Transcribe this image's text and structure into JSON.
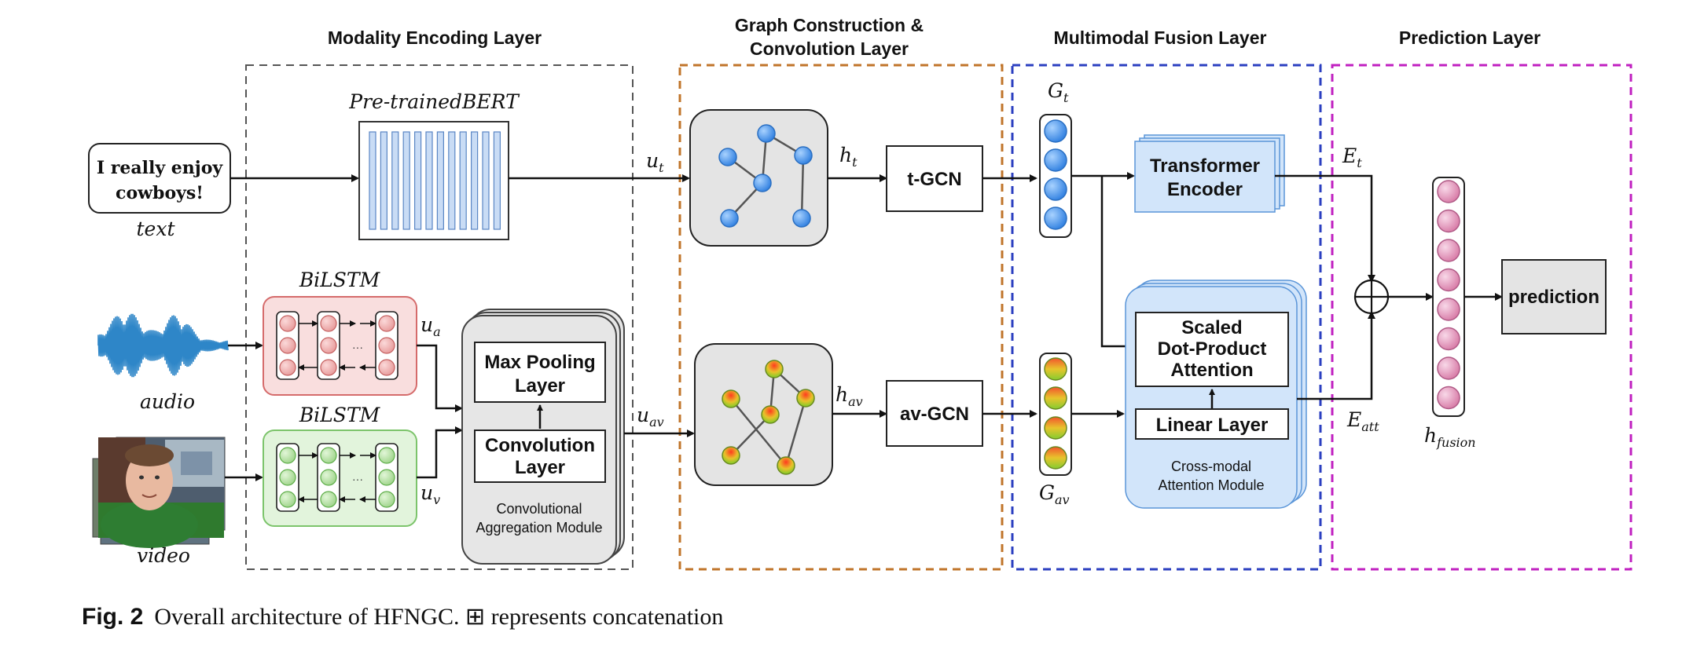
{
  "sections": {
    "modality": "Modality Encoding Layer",
    "graph_line1": "Graph Construction &",
    "graph_line2": "Convolution Layer",
    "fusion": "Multimodal Fusion Layer",
    "prediction": "Prediction Layer"
  },
  "inputs": {
    "text_line1": "I really enjoy",
    "text_line2": "cowboys!",
    "text_label": "text",
    "audio_label": "audio",
    "video_label": "video"
  },
  "encoders": {
    "bert_label": "Pre-trainedBERT",
    "bilstm_audio_label": "BiLSTM",
    "bilstm_video_label": "BiLSTM",
    "ellipsis": "···"
  },
  "cam": {
    "max_pool_line1": "Max Pooling",
    "max_pool_line2": "Layer",
    "conv_line1": "Convolution",
    "conv_line2": "Layer",
    "title_line1": "Convolutional",
    "title_line2": "Aggregation Module"
  },
  "variables": {
    "ut": "u",
    "ut_sub": "t",
    "ua": "u",
    "ua_sub": "a",
    "uv": "u",
    "uv_sub": "v",
    "uav": "u",
    "uav_sub": "av",
    "ht": "h",
    "ht_sub": "t",
    "hav": "h",
    "hav_sub": "av",
    "Gt": "G",
    "Gt_sub": "t",
    "Gav": "G",
    "Gav_sub": "av",
    "Et": "E",
    "Et_sub": "t",
    "Eatt": "E",
    "Eatt_sub": "att",
    "hfusion": "h",
    "hfusion_sub": "fusion"
  },
  "gcn": {
    "t_gcn": "t-GCN",
    "av_gcn": "av-GCN"
  },
  "fusion": {
    "transformer_line1": "Transformer",
    "transformer_line2": "Encoder",
    "scaled_line1": "Scaled",
    "scaled_line2": "Dot-Product",
    "scaled_line3": "Attention",
    "linear": "Linear Layer",
    "cma_line1": "Cross-modal",
    "cma_line2": "Attention Module"
  },
  "prediction_box": "prediction",
  "caption": {
    "label": "Fig. 2",
    "text": "Overall architecture of HFNGC. ⊞ represents concatenation"
  },
  "colors": {
    "modality_border": "#555555",
    "graph_border": "#c0742a",
    "fusion_border": "#2b3fc0",
    "prediction_border": "#c020c0",
    "node_blue": "#3b8be6",
    "bilstm_audio_fill": "#f9dede",
    "bilstm_video_fill": "#e2f4dc",
    "fusion_fill": "#d2e5fa"
  }
}
